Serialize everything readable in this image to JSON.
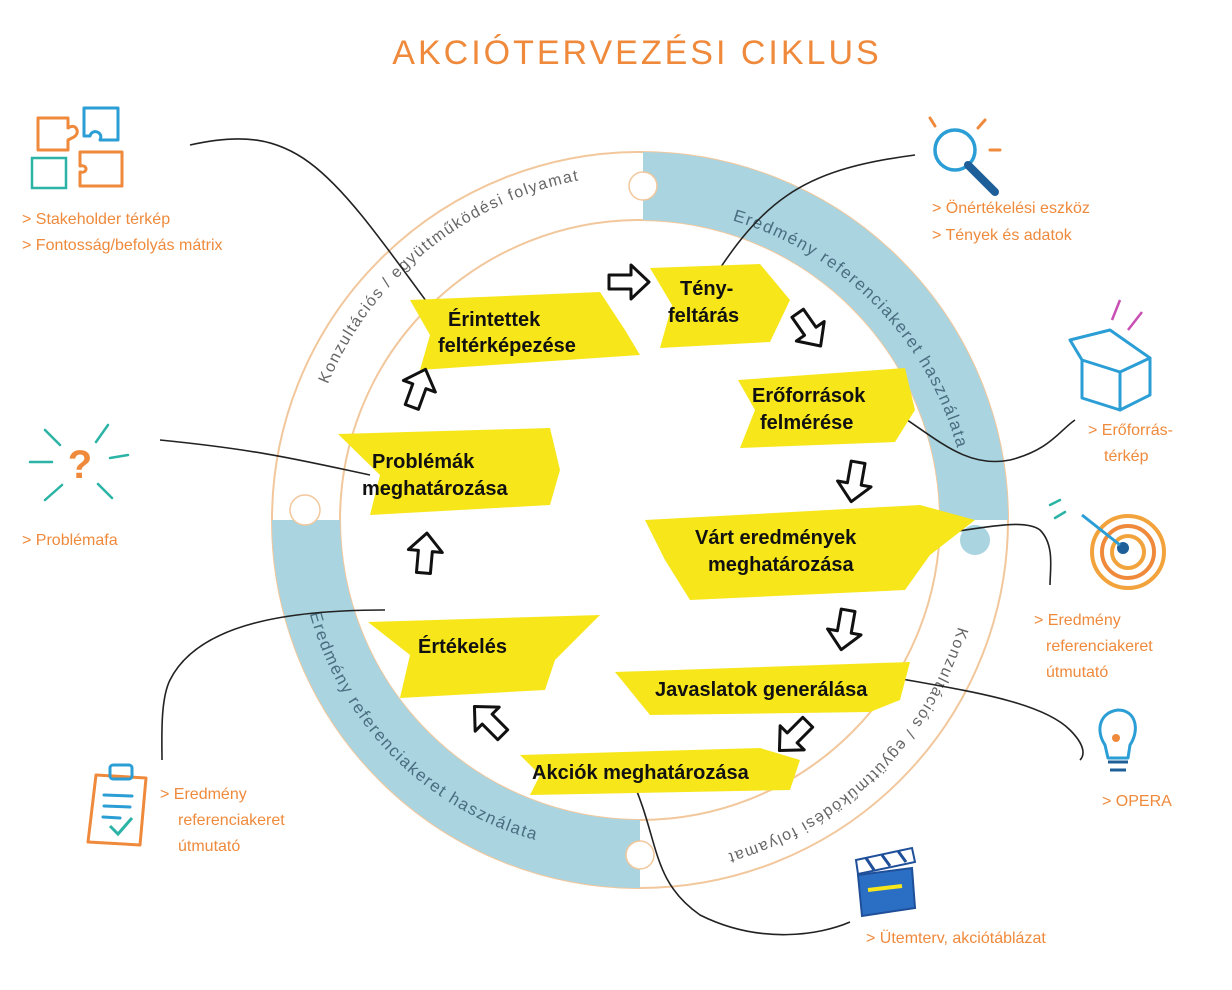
{
  "title": "AKCIÓTERVEZÉSI CIKLUS",
  "ring": {
    "consult_top": "Konzultációs / együttműködési folyamat",
    "consult_bottom": "Konzultációs / együttműködési folyamat",
    "result_top": "Eredmény referenciakeret használata",
    "result_bottom": "Eredmény referenciakeret használata"
  },
  "steps": {
    "erintettek": {
      "line1": "Érintettek",
      "line2": "feltérképezése"
    },
    "teny": {
      "line1": "Tény-",
      "line2": "feltárás"
    },
    "eroforrasok": {
      "line1": "Erőforrások",
      "line2": "felmérése"
    },
    "vart": {
      "line1": "Várt eredmények",
      "line2": "meghatározása"
    },
    "javaslatok": {
      "line1": "Javaslatok generálása"
    },
    "akciok": {
      "line1": "Akciók meghatározása"
    },
    "ertekeles": {
      "line1": "Értékelés"
    },
    "problemak": {
      "line1": "Problémák",
      "line2": "meghatározása"
    }
  },
  "tools": {
    "stakeholder": {
      "line1": "> Stakeholder térkép",
      "line2": "> Fontosság/befolyás mátrix",
      "icon": "puzzle-icon"
    },
    "onertekeles": {
      "line1": "> Önértékelési eszköz",
      "line2": "> Tények és adatok",
      "icon": "magnifier-icon"
    },
    "eroforras": {
      "line1": "> Erőforrás-",
      "line2": "térkép",
      "icon": "box-icon"
    },
    "eredmeny_right": {
      "line1": "> Eredmény",
      "line2": "referenciakeret",
      "line3": "útmutató",
      "icon": "target-icon"
    },
    "opera": {
      "line1": "> OPERA",
      "icon": "lightbulb-icon"
    },
    "utemterv": {
      "line1": "> Ütemterv, akciótáblázat",
      "icon": "clapperboard-icon"
    },
    "eredmeny_left": {
      "line1": "> Eredmény",
      "line2": "referenciakeret",
      "line3": "útmutató",
      "icon": "clipboard-icon"
    },
    "problemafa": {
      "line1": "> Problémafa",
      "icon": "question-icon"
    }
  },
  "colors": {
    "accent_orange": "#ef8a3c",
    "ring_blue": "#a9d4e0",
    "highlight_yellow": "#f6e61a",
    "icon_blue": "#2b9ed6"
  }
}
